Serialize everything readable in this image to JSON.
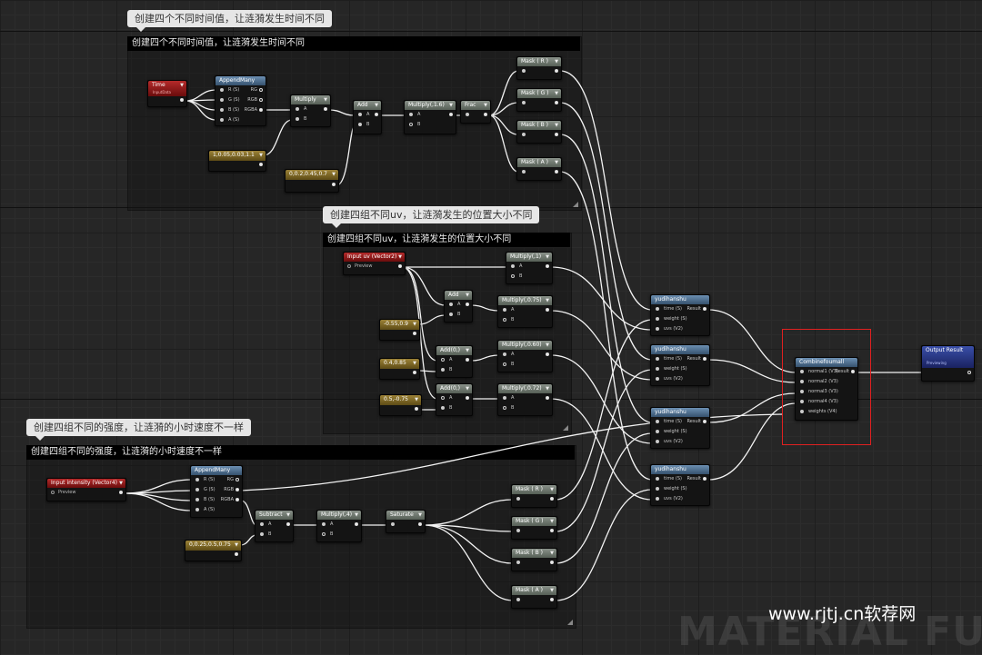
{
  "colors": {
    "background": "#262626",
    "wire": "#ffffff",
    "selection": "#e02020",
    "param_header": "#9c8236",
    "input_header": "#b52a2a",
    "output_header": "#3a4fa8"
  },
  "comments": {
    "c1": {
      "bubble": "创建四个不同时间值，让涟漪发生时间不同",
      "header": "创建四个不同时间值，让涟漪发生时间不同"
    },
    "c2": {
      "bubble": "创建四组不同uv，让涟漪发生的位置大小不同",
      "header": "创建四组不同uv，让涟漪发生的位置大小不同"
    },
    "c3": {
      "bubble": "创建四组不同的强度，让涟漪的小时速度不一样",
      "header": "创建四组不同的强度，让涟漪的小时速度不一样"
    }
  },
  "nodes": {
    "time": {
      "title": "Time",
      "sub": "InputData"
    },
    "append1": {
      "title": "AppendMany",
      "in": [
        "R (S)",
        "G (S)",
        "B (S)",
        "A (S)"
      ],
      "out": [
        "RG",
        "RGB",
        "RGBA"
      ]
    },
    "mul1": {
      "title": "Multiply"
    },
    "add1": {
      "title": "Add"
    },
    "mul16": {
      "title": "Multiply(,1.6)"
    },
    "frac": {
      "title": "Frac"
    },
    "mr1": {
      "title": "Mask ( R )"
    },
    "mg1": {
      "title": "Mask ( G )"
    },
    "mb1": {
      "title": "Mask ( B )"
    },
    "ma1": {
      "title": "Mask ( A )"
    },
    "p1": {
      "value": "1,0.05,0.03,1.1"
    },
    "p2": {
      "value": "0,0.2,0.45,0.7"
    },
    "uv": {
      "title": "Input uv (Vector2)",
      "preview": "Preview"
    },
    "mul1b": {
      "title": "Multiply(,1)"
    },
    "add2": {
      "title": "Add"
    },
    "mul075": {
      "title": "Multiply(,0.75)"
    },
    "add0a": {
      "title": "Add(0,)"
    },
    "mul06": {
      "title": "Multiply(,0.60)"
    },
    "add0b": {
      "title": "Add(0,)"
    },
    "mul072": {
      "title": "Multiply(,0.72)"
    },
    "pa": {
      "value": "-0.55,0.9"
    },
    "pb": {
      "value": "0.4,0.85"
    },
    "pc": {
      "value": "0.5,-0.75"
    },
    "inten": {
      "title": "Input intensity (Vector4)",
      "preview": "Preview"
    },
    "append2": {
      "title": "AppendMany",
      "in": [
        "R (S)",
        "G (S)",
        "B (S)",
        "A (S)"
      ],
      "out": [
        "RG",
        "RGB",
        "RGBA"
      ]
    },
    "sub": {
      "title": "Subtract"
    },
    "mul4": {
      "title": "Multiply(,4)"
    },
    "sat": {
      "title": "Saturate"
    },
    "mr2": {
      "title": "Mask ( R )"
    },
    "mg2": {
      "title": "Mask ( G )"
    },
    "mb2": {
      "title": "Mask ( B )"
    },
    "ma2": {
      "title": "Mask ( A )"
    },
    "pd": {
      "value": "0,0.25,0.5,0.75"
    },
    "yud": {
      "title": "yudihanshu",
      "in": [
        "time (S)",
        "weight (S)",
        "uvs (V2)"
      ],
      "out": "Result"
    },
    "comb": {
      "title": "Combinefoumall",
      "in": [
        "normal1 (V3)",
        "normal2 (V3)",
        "normal3 (V3)",
        "normal4 (V3)",
        "weights (V4)"
      ],
      "out": "Result"
    },
    "out": {
      "title": "Output Result",
      "sub": "Previewing"
    }
  },
  "pins": {
    "a": "A",
    "b": "B"
  },
  "watermark": "MATERIAL FUN",
  "site": "www.rjtj.cn软荐网"
}
